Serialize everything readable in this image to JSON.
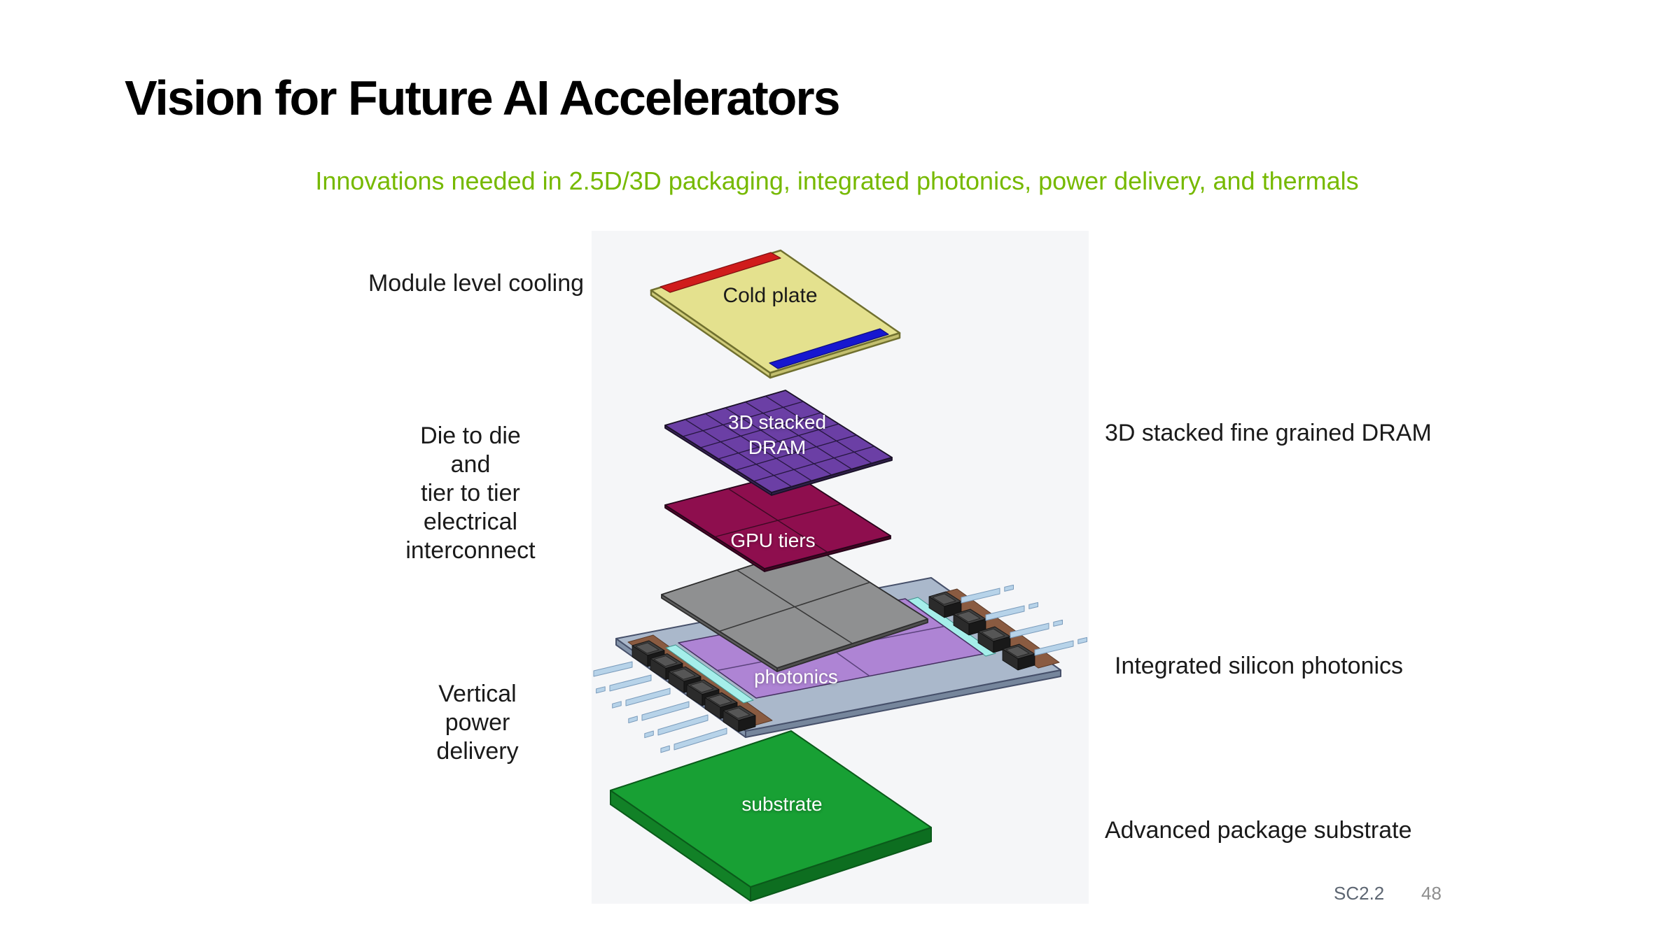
{
  "slide": {
    "title": "Vision for Future AI Accelerators",
    "subtitle": "Innovations needed in 2.5D/3D packaging, integrated photonics, power delivery, and thermals",
    "footer": {
      "session": "SC2.2",
      "page_number": "48"
    }
  },
  "diagram": {
    "layer_labels": {
      "cold_plate": "Cold plate",
      "dram_line1": "3D stacked",
      "dram_line2": "DRAM",
      "gpu_tiers": "GPU tiers",
      "photonics": "photonics",
      "substrate": "substrate"
    },
    "colors": {
      "panel_bg": "#f5f6f8",
      "cold_plate": "#e4e18e",
      "cold_plate_red_bar": "#d01c1c",
      "cold_plate_blue_bar": "#1717d0",
      "dram": "#6b3fa5",
      "gpu_tiers": "#8e0e4e",
      "interposer": "#8f9091",
      "photonics_base": "#aab8cb",
      "photonics_die": "#ae84d4",
      "connector": "#2b2b2b",
      "ribbon": "#b7d3e9",
      "cyan_strip": "#a5eeea",
      "brown_strip": "#8a5b41",
      "substrate": "#18a034",
      "accent_green": "#76b900"
    }
  },
  "annotations": {
    "left": {
      "cooling": [
        "Module level cooling"
      ],
      "interconnect": [
        "Die to die",
        "and",
        "tier to tier",
        "electrical",
        "interconnect"
      ],
      "power": [
        "Vertical",
        "power",
        "delivery"
      ]
    },
    "right": {
      "dram": "3D stacked fine grained DRAM",
      "photonics": "Integrated silicon photonics",
      "substrate": "Advanced package substrate"
    }
  }
}
